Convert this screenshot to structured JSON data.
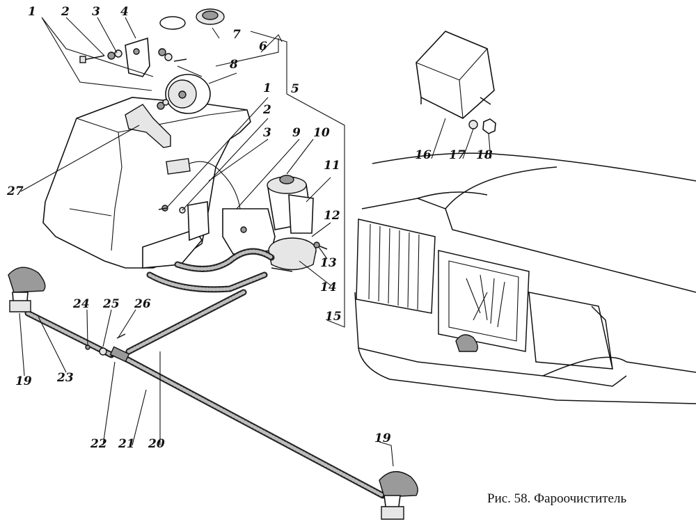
{
  "caption": "Рис. 58. Фароочиститель",
  "callouts": {
    "c1a": "1",
    "c2a": "2",
    "c3a": "3",
    "c4": "4",
    "c5": "5",
    "c6": "6",
    "c7": "7",
    "c8": "8",
    "c1b": "1",
    "c2b": "2",
    "c3b": "3",
    "c9": "9",
    "c10": "10",
    "c11": "11",
    "c12": "12",
    "c13": "13",
    "c14": "14",
    "c15": "15",
    "c16": "16",
    "c17": "17",
    "c18": "18",
    "c19a": "19",
    "c19b": "19",
    "c20": "20",
    "c21": "21",
    "c22": "22",
    "c23": "23",
    "c24": "24",
    "c25": "25",
    "c26": "26",
    "c27": "27"
  }
}
